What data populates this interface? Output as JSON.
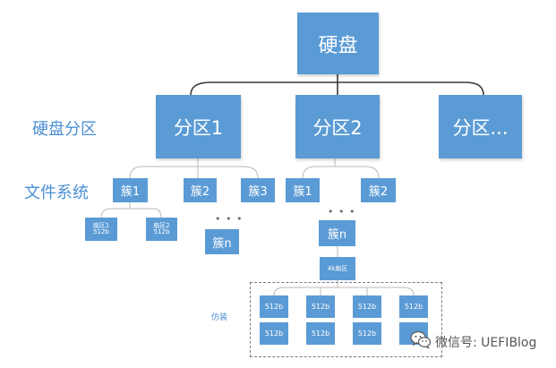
{
  "root": {
    "label": "硬盘"
  },
  "row_labels": {
    "partition": "硬盘分区",
    "filesystem": "文件系统"
  },
  "partitions": [
    "分区1",
    "分区2",
    "分区..."
  ],
  "clusters_p1": [
    "簇1",
    "簇2",
    "簇3"
  ],
  "clusters_p2": [
    "簇1",
    "簇2"
  ],
  "sectors_p1": [
    {
      "line1": "扇区1",
      "line2": "512b"
    },
    {
      "line1": "扇区2",
      "line2": "512b"
    }
  ],
  "ellipsis": "• • •",
  "cluster_n": "簇n",
  "sector_4k": "4k扇区",
  "emulation_label": "仿装",
  "emulated_sectors": [
    "512b",
    "512b",
    "512b",
    "512b",
    "512b",
    "512b",
    "512b"
  ],
  "watermark": "微信号: UEFIBlog",
  "colors": {
    "box": "#5b9bd5",
    "line": "#404040",
    "label": "#4a8fd4"
  }
}
